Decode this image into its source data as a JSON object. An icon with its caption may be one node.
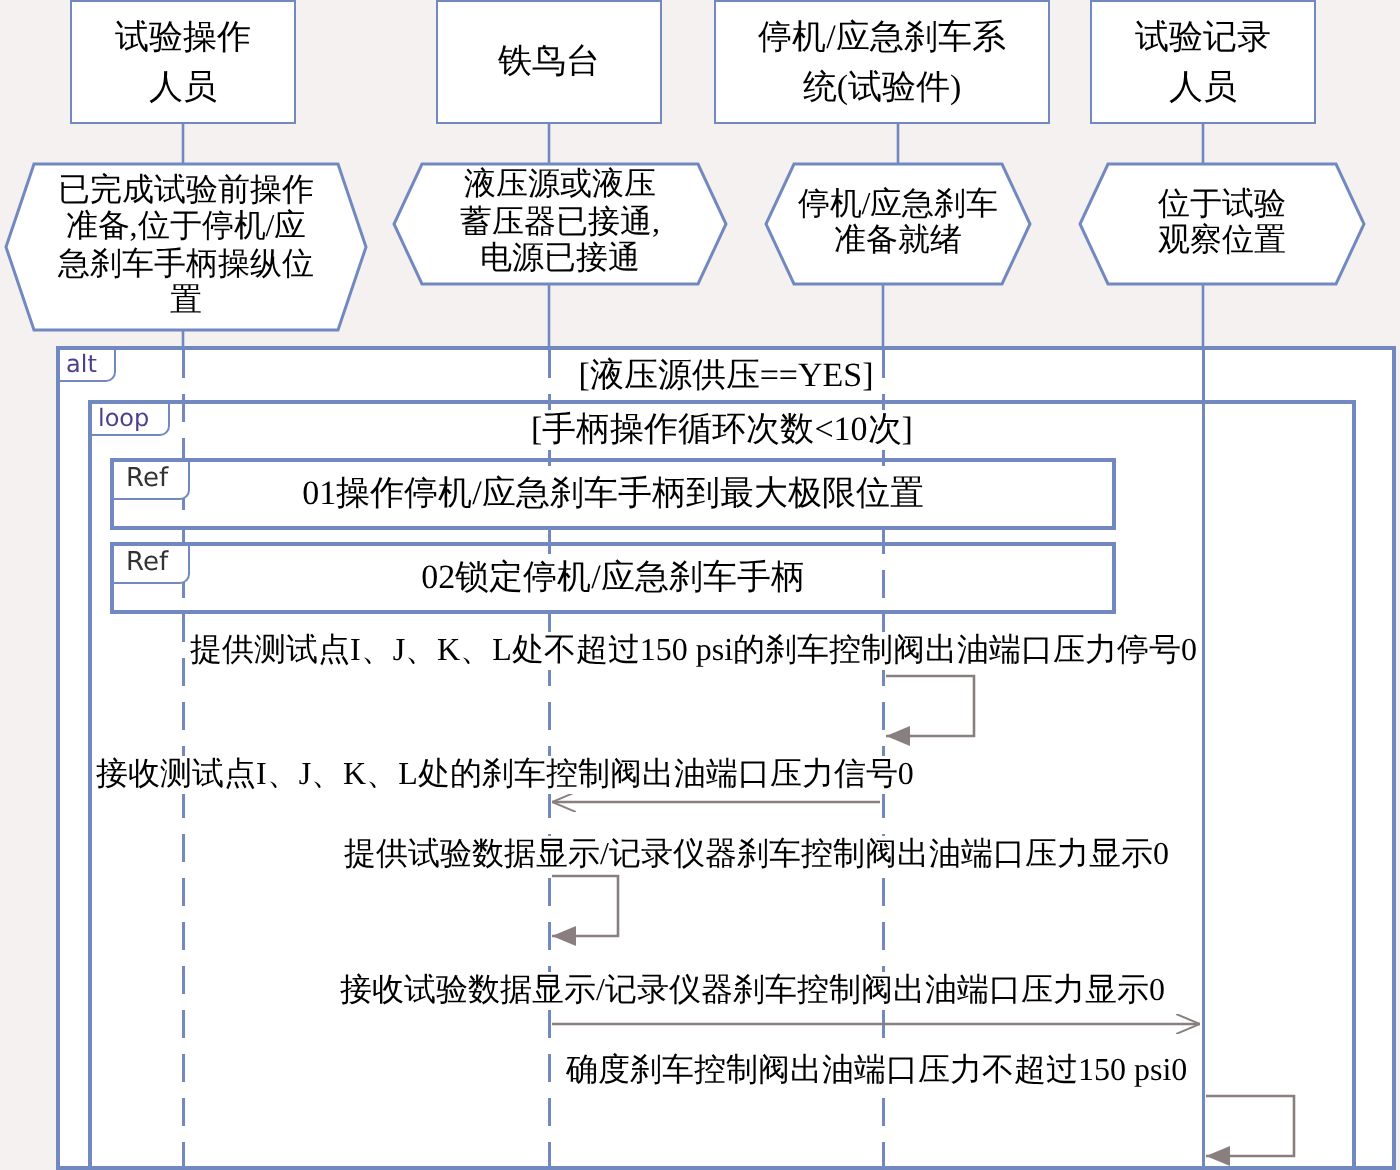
{
  "diagram": {
    "nodes": [
      {
        "text": [
          "试验操作人员"
        ]
      },
      {
        "text": [
          "铁鸟台"
        ]
      },
      {
        "text": [
          "停机/应急刹车系统(试验件)"
        ]
      },
      {
        "text": [
          "试验记录人员"
        ]
      },
      {
        "text": [
          "已完成试验前操作准备,位于停机/应急刹车手柄操纵位置"
        ]
      },
      {
        "text": [
          "液压源或液压蓄压器已接通,电源已接通"
        ]
      },
      {
        "text": [
          "停机/应急刹车准备就绪"
        ]
      },
      {
        "text": [
          "位于试验观察位置"
        ]
      },
      {
        "text": [
          "alt",
          "[液压源供压==YES]"
        ]
      },
      {
        "text": [
          "loop",
          "[手柄操作循环次数<10次]"
        ],
        "in": 8
      },
      {
        "text": [
          "Ref",
          "01操作停机/应急刹车手柄到最大极限位置"
        ],
        "in": 9
      },
      {
        "text": [
          "Ref",
          "02锁定停机/应急刹车手柄"
        ],
        "in": 9
      },
      {
        "text": [],
        "shape": "bar",
        "in": 8
      },
      {
        "text": [],
        "shape": "bar",
        "in": 8
      },
      {
        "text": [],
        "shape": "bar",
        "in": 8
      },
      {
        "text": [],
        "shape": "bar",
        "in": 8
      }
    ],
    "edges": [
      {
        "from": 0,
        "to": 4,
        "arrow": "none"
      },
      {
        "from": 1,
        "to": 5,
        "arrow": "none"
      },
      {
        "from": 2,
        "to": 6,
        "arrow": "none"
      },
      {
        "from": 3,
        "to": 7,
        "arrow": "none"
      },
      {
        "from": 4,
        "to": 12,
        "arrow": "none"
      },
      {
        "from": 5,
        "to": 13,
        "arrow": "none"
      },
      {
        "from": 6,
        "to": 14,
        "arrow": "none"
      },
      {
        "from": 7,
        "to": 15,
        "arrow": "none"
      },
      {
        "from": 14,
        "to": 14,
        "arrow": "to",
        "label": "提供测试点I、J、K、L处不超过150 psi的刹车控制阀出油端口压力停号0"
      },
      {
        "from": 14,
        "to": 13,
        "arrow": "to",
        "label": "接收测试点I、J、K、L处的刹车控制阀出油端口压力信号0"
      },
      {
        "from": 13,
        "to": 13,
        "arrow": "to",
        "label": "提供试验数据显示/记录仪器刹车控制阀出油端口压力显示0"
      },
      {
        "from": 13,
        "to": 15,
        "arrow": "to",
        "label": "接收试验数据显示/记录仪器刹车控制阀出油端口压力显示0"
      },
      {
        "from": 15,
        "to": 15,
        "arrow": "to",
        "label": "确度刹车控制阀出油端口压力不超过150 psi0"
      }
    ]
  }
}
